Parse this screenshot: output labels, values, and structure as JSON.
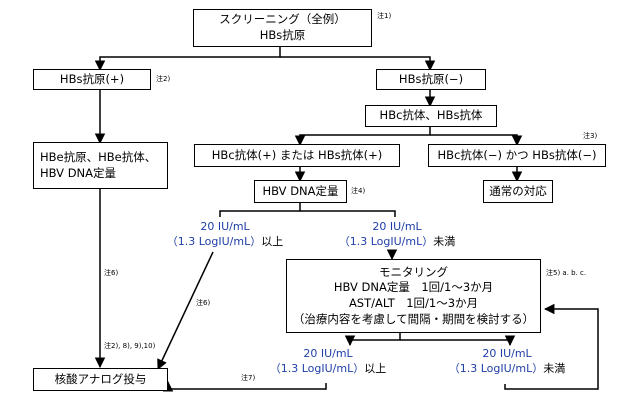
{
  "boxes": {
    "screening": {
      "line1": "スクリーニング（全例）",
      "line2": "HBs抗原"
    },
    "hbs_pos": "HBs抗原(+)",
    "hbs_neg": "HBs抗原(−)",
    "hbc_hbs_ab": "HBc抗体、HBs抗体",
    "hbe_panel": {
      "line1": "HBe抗原、HBe抗体、",
      "line2": "HBV DNA定量"
    },
    "either_pos": "HBc抗体(+) または HBs抗体(+)",
    "both_neg": "HBc抗体(−) かつ HBs抗体(−)",
    "hbv_dna": "HBV DNA定量",
    "usual_care": "通常の対応",
    "monitoring": {
      "title": "モニタリング",
      "line1": "HBV DNA定量　1回/1〜3か月",
      "line2": "AST/ALT　1回/1〜3か月",
      "line3": "（治療内容を考慮して間隔・期間を検討する）"
    },
    "nucleoside": "核酸アナログ投与"
  },
  "labels": {
    "upper_left": {
      "value": "20 IU/mL",
      "log": "（1.3 LogIU/mL）",
      "suffix": "以上"
    },
    "upper_right": {
      "value": "20 IU/mL",
      "log": "（1.3 LogIU/mL）",
      "suffix": "未満"
    },
    "lower_left": {
      "value": "20 IU/mL",
      "log": "（1.3 LogIU/mL）",
      "suffix": "以上"
    },
    "lower_right": {
      "value": "20 IU/mL",
      "log": "（1.3 LogIU/mL）",
      "suffix": "未満"
    }
  },
  "notes": {
    "n1": "注1)",
    "n2": "注2)",
    "n3": "注3)",
    "n4": "注4)",
    "n5": "注5) a. b. c.",
    "n6a": "注6)",
    "n6b": "注6)",
    "n7": "注7)",
    "n8": "注2), 8), 9),10)"
  }
}
